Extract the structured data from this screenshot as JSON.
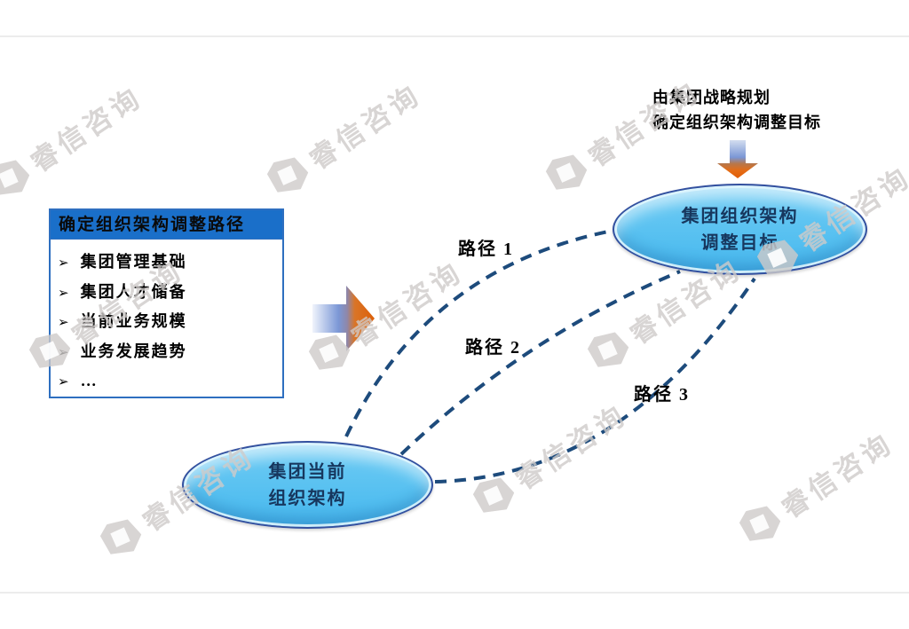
{
  "watermark": {
    "text": "睿信咨询"
  },
  "info_box": {
    "title": "确定组织架构调整路径",
    "bullet": "➢",
    "items": [
      "集团管理基础",
      "集团人才储备",
      "当前业务规模",
      "业务发展趋势",
      "…"
    ]
  },
  "annotation": {
    "line1": "由集团战略规划",
    "line2": "确定组织架构调整目标"
  },
  "ellipses": {
    "target": {
      "line1": "集团组织架构",
      "line2": "调整目标"
    },
    "current": {
      "line1": "集团当前",
      "line2": "组织架构"
    }
  },
  "path_labels": {
    "p1": "路径 1",
    "p2": "路径 2",
    "p3": "路径 3"
  },
  "colors": {
    "header_blue": "#1a6fc9",
    "box_border": "#2e6fc0",
    "dash_navy": "#1d4b7c",
    "ellipse_fill": "#58c1f0",
    "ellipse_border": "#33509f",
    "ellipse_text": "#17375e",
    "arrow_orange": "#e4680f",
    "arrow_blue": "#7b97d6",
    "watermark_gray": "#cecbc9",
    "divider_gray": "#ececec"
  }
}
